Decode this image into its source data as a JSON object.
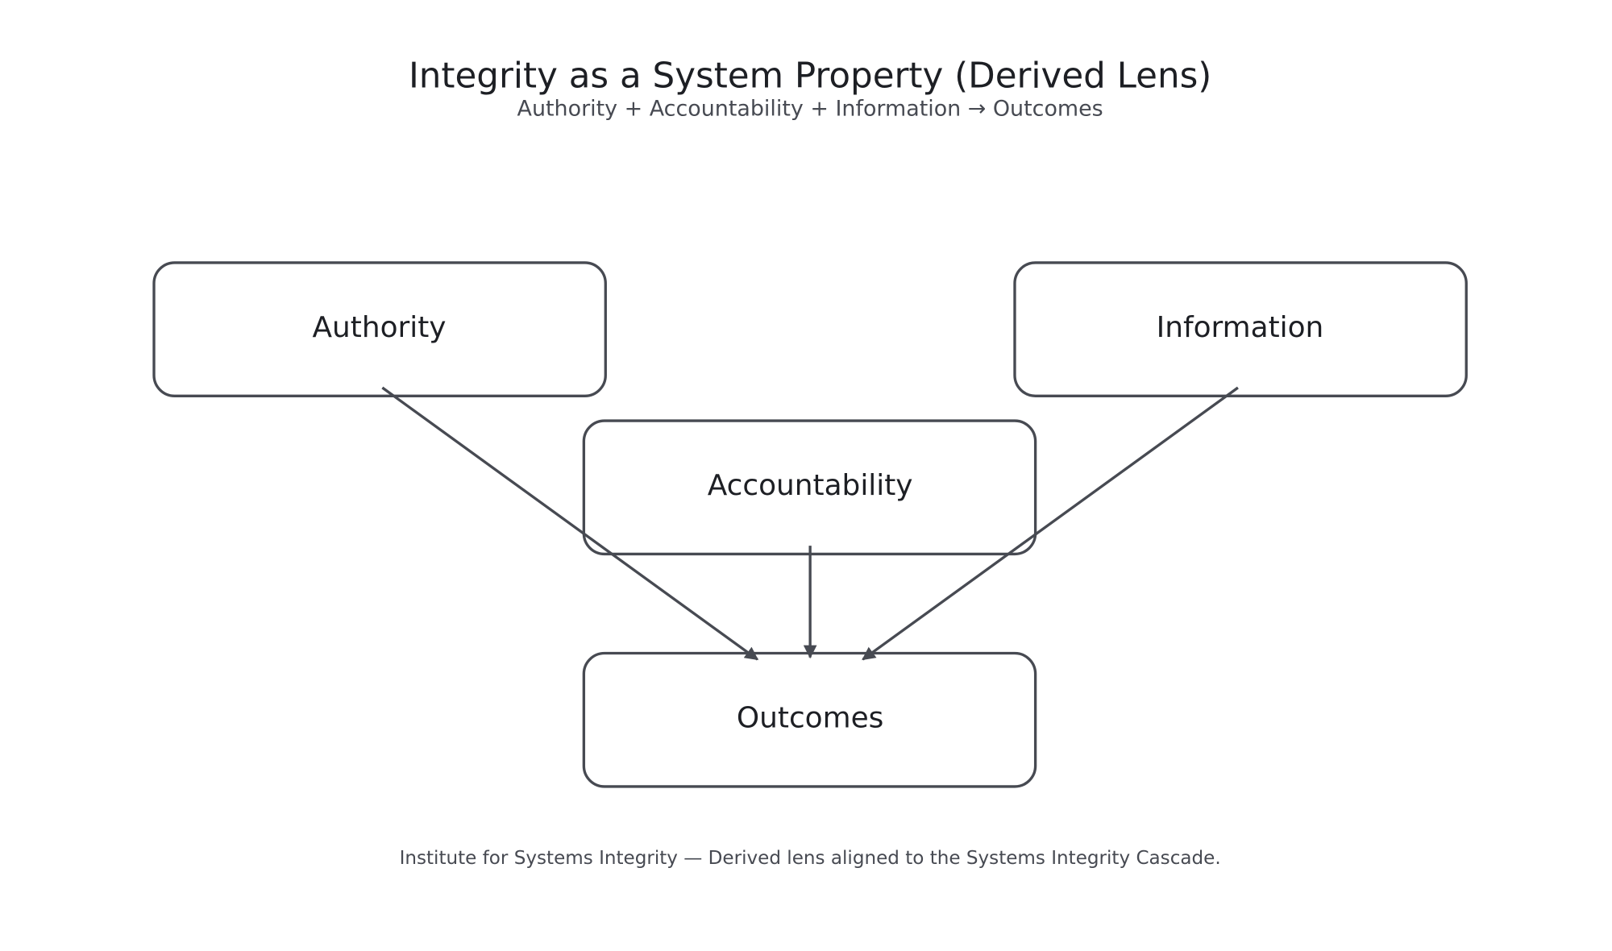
{
  "title": "Integrity as a System Property (Derived Lens)",
  "subtitle": "Authority + Accountability + Information → Outcomes",
  "nodes": {
    "authority": "Authority",
    "information": "Information",
    "accountability": "Accountability",
    "outcomes": "Outcomes"
  },
  "edges": [
    {
      "from": "Authority",
      "to": "Outcomes"
    },
    {
      "from": "Accountability",
      "to": "Outcomes"
    },
    {
      "from": "Information",
      "to": "Outcomes"
    }
  ],
  "footer": "Institute for Systems Integrity — Derived lens aligned to the Systems Integrity Cascade.",
  "colors": {
    "stroke": "#474a52",
    "text": "#1d1f24",
    "subtext": "#474a52"
  }
}
